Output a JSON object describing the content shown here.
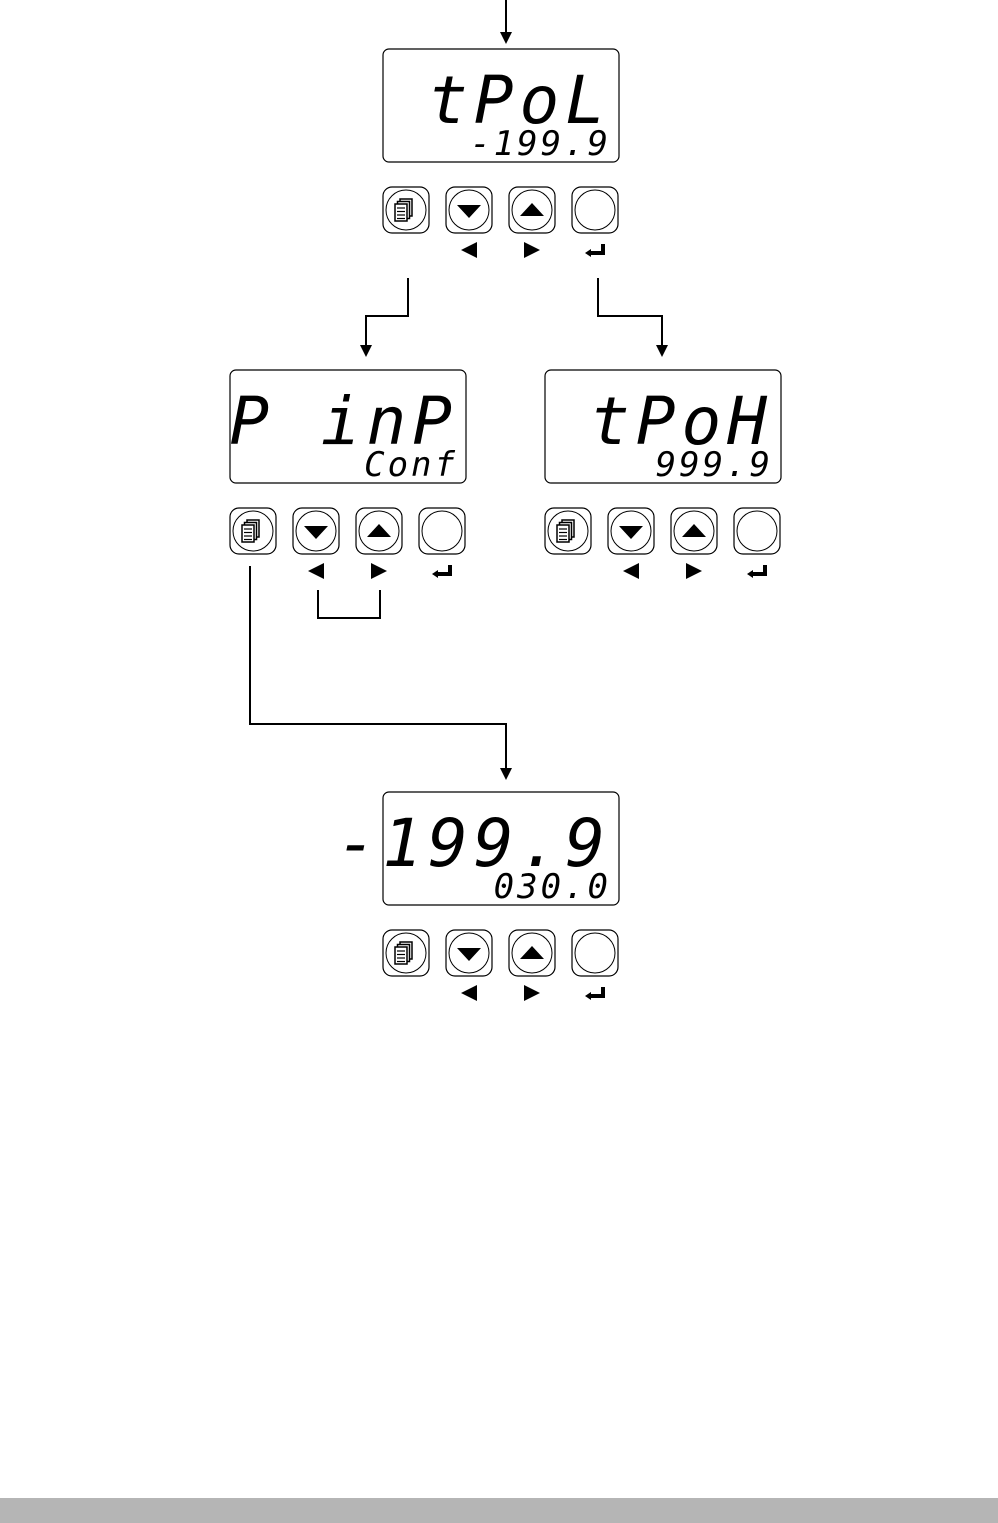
{
  "units": [
    {
      "id": "top",
      "display": {
        "main": "tPoL",
        "sub": "-199.9"
      },
      "keys": [
        "menu-key",
        "down-key",
        "up-key",
        "enter-key"
      ],
      "key_labels": [
        "◀",
        "▶",
        "↵"
      ]
    },
    {
      "id": "left",
      "display": {
        "main": "P inP",
        "sub": "Conf"
      },
      "keys": [
        "menu-key",
        "down-key",
        "up-key",
        "enter-key"
      ],
      "key_labels": [
        "◀",
        "▶",
        "↵"
      ]
    },
    {
      "id": "right",
      "display": {
        "main": "tPoH",
        "sub": "999.9"
      },
      "keys": [
        "menu-key",
        "down-key",
        "up-key",
        "enter-key"
      ],
      "key_labels": [
        "◀",
        "▶",
        "↵"
      ]
    },
    {
      "id": "bottom",
      "display": {
        "main": "-199.9",
        "sub": "030.0"
      },
      "keys": [
        "menu-key",
        "down-key",
        "up-key",
        "enter-key"
      ],
      "key_labels": [
        "◀",
        "▶",
        "↵"
      ]
    }
  ],
  "colors": {
    "line": "#000000",
    "footer": "#b5b5b5",
    "background": "#ffffff"
  }
}
